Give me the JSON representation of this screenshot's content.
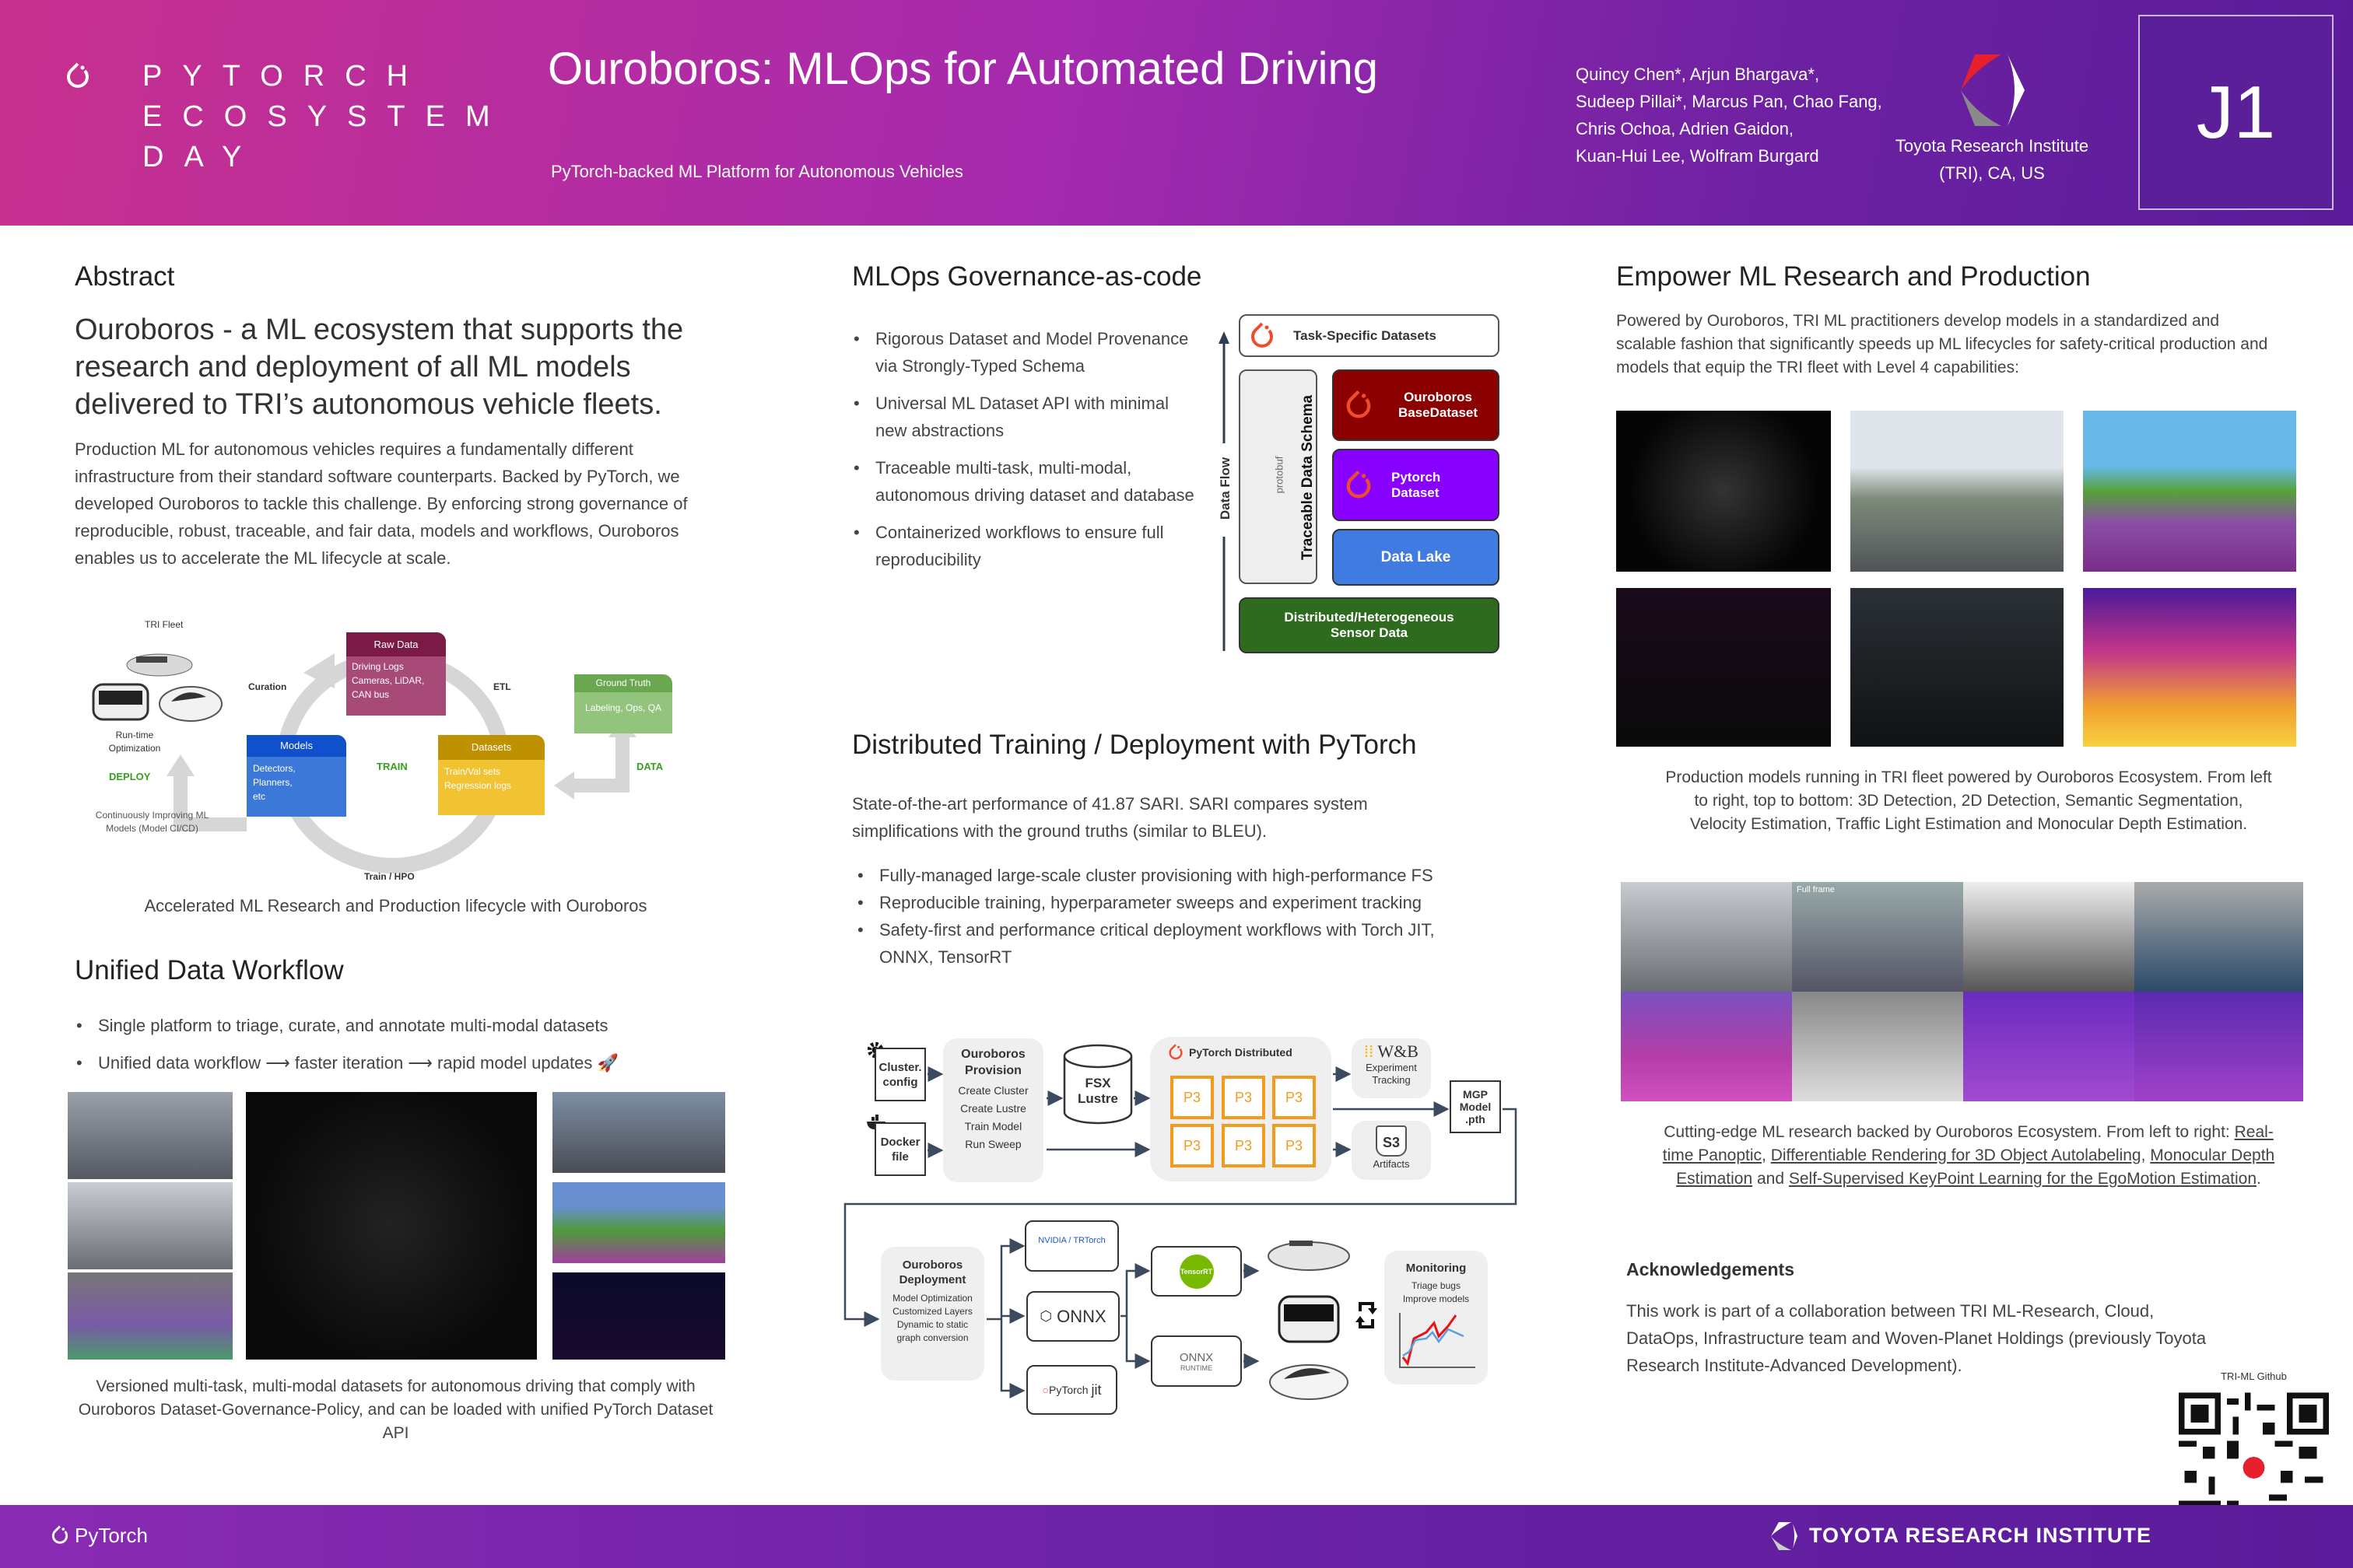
{
  "header": {
    "logo_lines": [
      "PYTORCH",
      "ECOSYSTEM",
      "DAY"
    ],
    "title": "Ouroboros: MLOps for Automated Driving",
    "subtitle": "PyTorch-backed ML Platform for Autonomous Vehicles",
    "authors": [
      "Quincy Chen*, Arjun Bhargava*,",
      "Sudeep Pillai*, Marcus Pan, Chao Fang,",
      "Chris Ochoa, Adrien Gaidon,",
      "Kuan-Hui Lee, Wolfram Burgard"
    ],
    "institute": [
      "Toyota Research Institute",
      "(TRI), CA, US"
    ],
    "poster_id": "J1"
  },
  "abstract": {
    "heading": "Abstract",
    "lead": "Ouroboros - a ML ecosystem that supports the research and deployment of all ML models delivered to TRI’s autonomous vehicle fleets.",
    "body": "Production ML for autonomous vehicles requires a fundamentally different infrastructure from their standard software counterparts. Backed by PyTorch, we developed Ouroboros to tackle this challenge. By enforcing strong governance of reproducible, robust, traceable, and fair data, models and workflows, Ouroboros enables us to accelerate the ML lifecycle at scale."
  },
  "lifecycle": {
    "tri_fleet": "TRI  Fleet",
    "curation": "Curation",
    "etl": "ETL",
    "raw_data": {
      "title": "Raw Data",
      "body": "Driving Logs Cameras, LiDAR, CAN bus"
    },
    "ground_truth": {
      "title": "Ground Truth",
      "body": "Labeling, Ops, QA"
    },
    "models": {
      "title": "Models",
      "body": "Detectors, Planners, etc"
    },
    "datasets": {
      "title": "Datasets",
      "body": "Train/Val sets Regression logs"
    },
    "runtime": "Run-time Optimization",
    "deploy": "DEPLOY",
    "train": "TRAIN",
    "data": "DATA",
    "continuous": "Continuously Improving ML Models (Model CI/CD)",
    "train_hpo": "Train / HPO",
    "caption": "Accelerated ML Research and Production lifecycle with Ouroboros"
  },
  "unified": {
    "heading": "Unified Data Workflow",
    "bullets": [
      "Single platform to triage, curate, and annotate multi-modal datasets",
      "Unified data workflow ⟶ faster iteration ⟶ rapid model updates 🚀"
    ],
    "caption": "Versioned multi-task, multi-modal datasets for autonomous driving that comply with Ouroboros Dataset-Governance-Policy, and can be loaded with unified PyTorch Dataset API"
  },
  "governance": {
    "heading": "MLOps Governance-as-code",
    "bullets": [
      "Rigorous Dataset and Model Provenance via Strongly-Typed Schema",
      "Universal ML Dataset API with minimal new abstractions",
      "Traceable multi-task, multi-modal, autonomous driving dataset and database",
      "Containerized workflows to ensure full reproducibility"
    ],
    "diagram": {
      "task": "Task-Specific Datasets",
      "data_flow": "Data Flow",
      "schema": "Traceable Data Schema",
      "protobuf": "protobuf",
      "base": "Ouroboros BaseDataset",
      "pytorch": "Pytorch Dataset",
      "lake": "Data Lake",
      "sensor": "Distributed/Heterogeneous Sensor Data"
    }
  },
  "distributed": {
    "heading": "Distributed Training / Deployment with PyTorch",
    "intro": "State-of-the-art performance of 41.87 SARI. SARI compares system simplifications with the ground truths (similar to BLEU).",
    "bullets": [
      "Fully-managed large-scale cluster provisioning with high-performance FS",
      "Reproducible training, hyperparameter sweeps and experiment tracking",
      "Safety-first and performance critical deployment workflows with Torch JIT, ONNX, TensorRT"
    ],
    "diagram": {
      "cluster": "Cluster. config",
      "docker": "Docker file",
      "provision_title": "Ouroboros Provision",
      "provision_items": [
        "Create Cluster",
        "Create Lustre",
        "Train Model",
        "Run Sweep"
      ],
      "fsx": "FSX Lustre",
      "ptd": "PyTorch Distributed",
      "chip": "P3",
      "wandb": "W&B",
      "experiment": "Experiment Tracking",
      "s3": "S3",
      "artifacts": "Artifacts",
      "mgp": "MGP Model .pth",
      "deploy_title": "Ouroboros Deployment",
      "deploy_items": [
        "Model Optimization",
        "Customized Layers",
        "Dynamic to static",
        "graph conversion"
      ],
      "nvidia": "NVIDIA / TRTorch",
      "onnx": "ONNX",
      "jit_a": "PyTorch",
      "jit_b": "jit",
      "tensorrt": "TensorRT",
      "onnx_rt": "ONNX",
      "runtime": "RUNTIME",
      "monitoring": "Monitoring",
      "monitoring_items": [
        "Triage bugs",
        "Improve models"
      ]
    }
  },
  "empower": {
    "heading": "Empower ML Research and Production",
    "intro": "Powered by Ouroboros, TRI ML practitioners develop models in a standardized and scalable fashion that significantly speeds up ML lifecycles for  safety-critical production and models that equip the TRI fleet with Level 4 capabilities:",
    "caption1": "Production models running in TRI fleet powered by Ouroboros Ecosystem. From left to right, top to bottom: 3D Detection, 2D Detection, Semantic Segmentation, Velocity Estimation, Traffic Light Estimation and Monocular Depth Estimation.",
    "full_frame": "Full frame",
    "caption2": {
      "pre": "Cutting-edge ML research backed by Ouroboros Ecosystem. From left to right: ",
      "l1": "Real-time Panoptic",
      "s1": ", ",
      "l2": "Differentiable Rendering for 3D Object Autolabeling",
      "s2": ", ",
      "l3": "Monocular Depth Estimation",
      "s3": " and ",
      "l4": "Self-Supervised KeyPoint Learning for the EgoMotion Estimation",
      "end": "."
    }
  },
  "ack": {
    "heading": "Acknowledgements",
    "body": "This work is part of a collaboration between TRI ML-Research, Cloud, DataOps, Infrastructure team and Woven-Planet Holdings (previously Toyota Research Institute-Advanced Development)."
  },
  "qr": {
    "label": "TRI-ML Github"
  },
  "footer": {
    "pytorch": "PyTorch",
    "tri": "TOYOTA RESEARCH INSTITUTE"
  },
  "colors": {
    "header_left": "#c8308e",
    "header_right": "#5a1c9a",
    "raw_data": "#7a1a45",
    "models": "#1150cc",
    "datasets": "#c09000",
    "ground_truth": "#6aa84f",
    "base_dataset": "#8b0000",
    "pytorch_dataset": "#8800ff",
    "data_lake": "#3f7be0",
    "sensor": "#2f6b1f",
    "chip": "#f39b1e"
  }
}
